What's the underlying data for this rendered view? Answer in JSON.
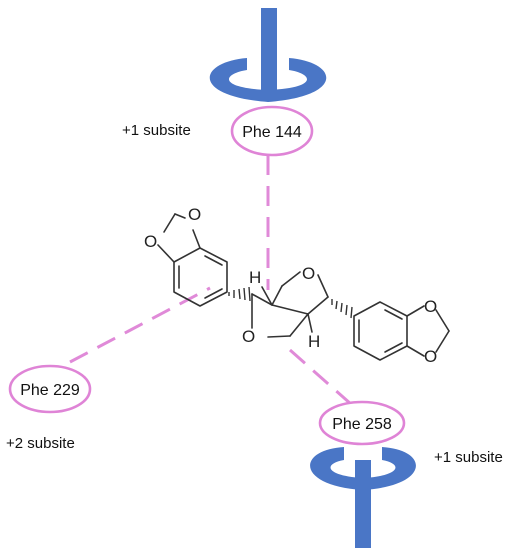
{
  "residues": {
    "top": "Phe 144",
    "left": "Phe 229",
    "bottom": "Phe 258"
  },
  "subsites": {
    "top": "+1 subsite",
    "left": "+2 subsite",
    "bottom": "+1 subsite"
  },
  "atoms": {
    "oxygen": "O",
    "hydrogen": "H"
  },
  "colors": {
    "ring_blue": "#4a76c6",
    "interaction_pink": "#e08ad8",
    "bond_gray": "#333333"
  }
}
